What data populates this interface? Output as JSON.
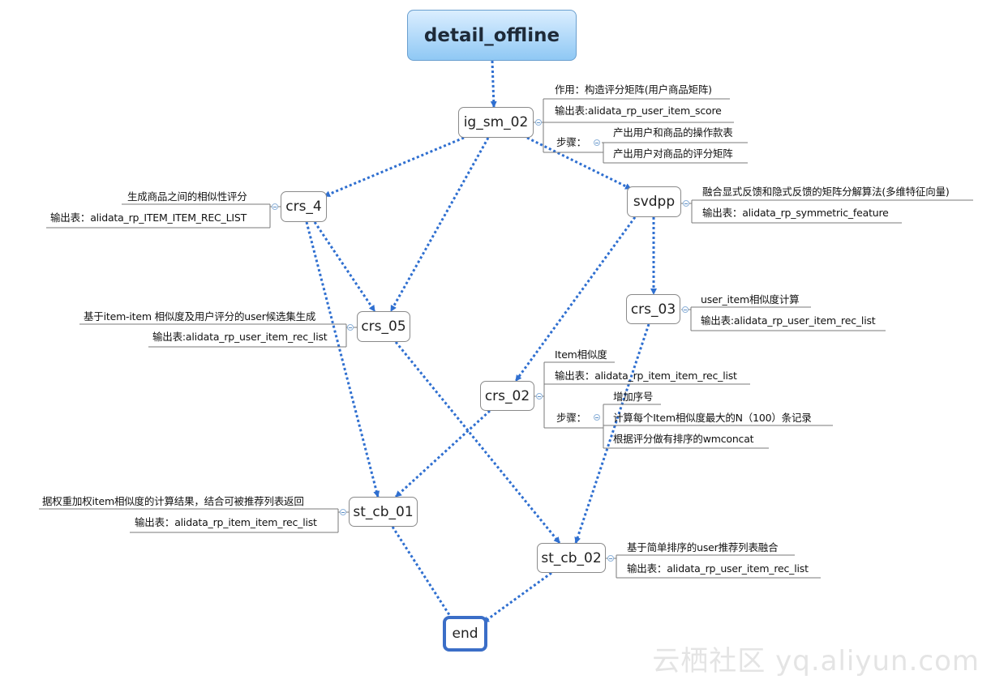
{
  "nodes": {
    "root": "detail_offline",
    "ig_sm_02": "ig_sm_02",
    "crs_4": "crs_4",
    "svdpp": "svdpp",
    "crs_05": "crs_05",
    "crs_03": "crs_03",
    "crs_02": "crs_02",
    "st_cb_01": "st_cb_01",
    "st_cb_02": "st_cb_02",
    "end": "end"
  },
  "notes": {
    "ig_sm_02": {
      "role": "作用：构造评分矩阵(用户商品矩阵)",
      "output": "输出表:alidata_rp_user_item_score",
      "steps_label": "步骤：",
      "steps": [
        "产出用户和商品的操作款表",
        "产出用户对商品的评分矩阵"
      ]
    },
    "crs_4": {
      "desc": "生成商品之间的相似性评分",
      "output": "输出表：alidata_rp_ITEM_ITEM_REC_LIST"
    },
    "svdpp": {
      "desc": "融合显式反馈和隐式反馈的矩阵分解算法(多维特征向量)",
      "output": "输出表：alidata_rp_symmetric_feature"
    },
    "crs_05": {
      "desc": "基于item-item 相似度及用户评分的user候选集生成",
      "output": "输出表:alidata_rp_user_item_rec_list"
    },
    "crs_03": {
      "desc": "user_item相似度计算",
      "output": "输出表:alidata_rp_user_item_rec_list"
    },
    "crs_02": {
      "desc": "Item相似度",
      "output": "输出表：alidata_rp_item_item_rec_list",
      "steps_label": "步骤：",
      "steps": [
        "增加序号",
        "计算每个Item相似度最大的N（100）条记录",
        "根据评分做有排序的wmconcat"
      ]
    },
    "st_cb_01": {
      "desc": "据权重加权item相似度的计算结果，结合可被推荐列表返回",
      "output": "输出表：alidata_rp_item_item_rec_list"
    },
    "st_cb_02": {
      "desc": "基于简单排序的user推荐列表融合",
      "output": "输出表：alidata_rp_user_item_rec_list"
    }
  },
  "watermark": "云栖社区 yq.aliyun.com",
  "colors": {
    "arrow": "#2f6fd0",
    "root_fill": "#a9d5f7",
    "end_border": "#3b6ec7",
    "note_line": "#7a7a7a"
  }
}
